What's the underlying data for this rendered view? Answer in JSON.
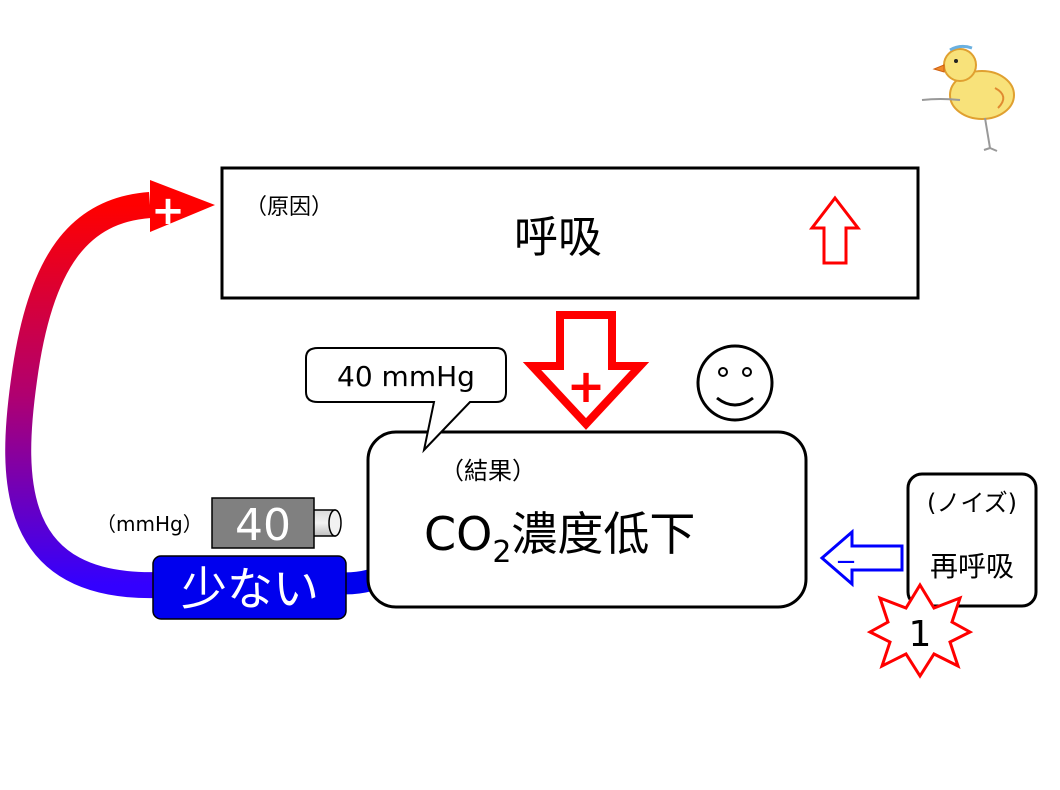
{
  "cause_box": {
    "tag": "（原因）",
    "title": "呼吸"
  },
  "result_box": {
    "tag": "（結果）",
    "title_prefix": "CO",
    "title_subscript": "2",
    "title_suffix": "濃度低下"
  },
  "callout": {
    "text": "40 mmHg"
  },
  "gauge": {
    "unit": "（mmHg）",
    "value": "40"
  },
  "low_label": "少ない",
  "noise_box": {
    "tag": "(ノイズ)",
    "text": "再呼吸"
  },
  "burst_label": "1",
  "signs": {
    "plus": "+",
    "minus": "−"
  },
  "colors": {
    "red": "#ff0000",
    "blue": "#0000ff",
    "loop_top": "#ff0000",
    "loop_bottom": "#3300ff",
    "gauge_fill": "#808080",
    "low_fill": "#0000ee"
  }
}
